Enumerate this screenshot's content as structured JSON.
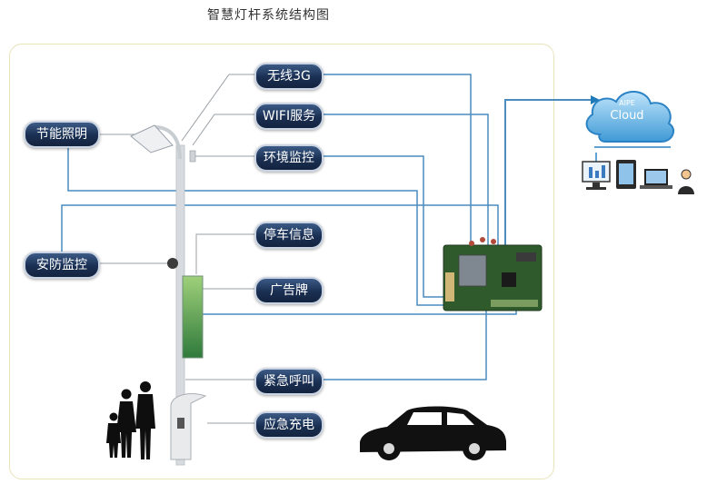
{
  "title": "智慧灯杆系统结构图",
  "labels": {
    "wireless_3g": "无线3G",
    "wifi_service": "WIFI服务",
    "environment_monitor": "环境监控",
    "energy_saving_lighting": "节能照明",
    "parking_info": "停车信息",
    "security_monitor": "安防监控",
    "billboard": "广告牌",
    "emergency_call": "紧急呼叫",
    "emergency_charging": "应急充电"
  },
  "cloud": {
    "brand": "AIPE",
    "name": "Cloud"
  },
  "colors": {
    "wire": "#4a8bc0",
    "pill": "#1e3558",
    "frame": "#e9e3b9",
    "cloud": "#4ea6e0"
  }
}
